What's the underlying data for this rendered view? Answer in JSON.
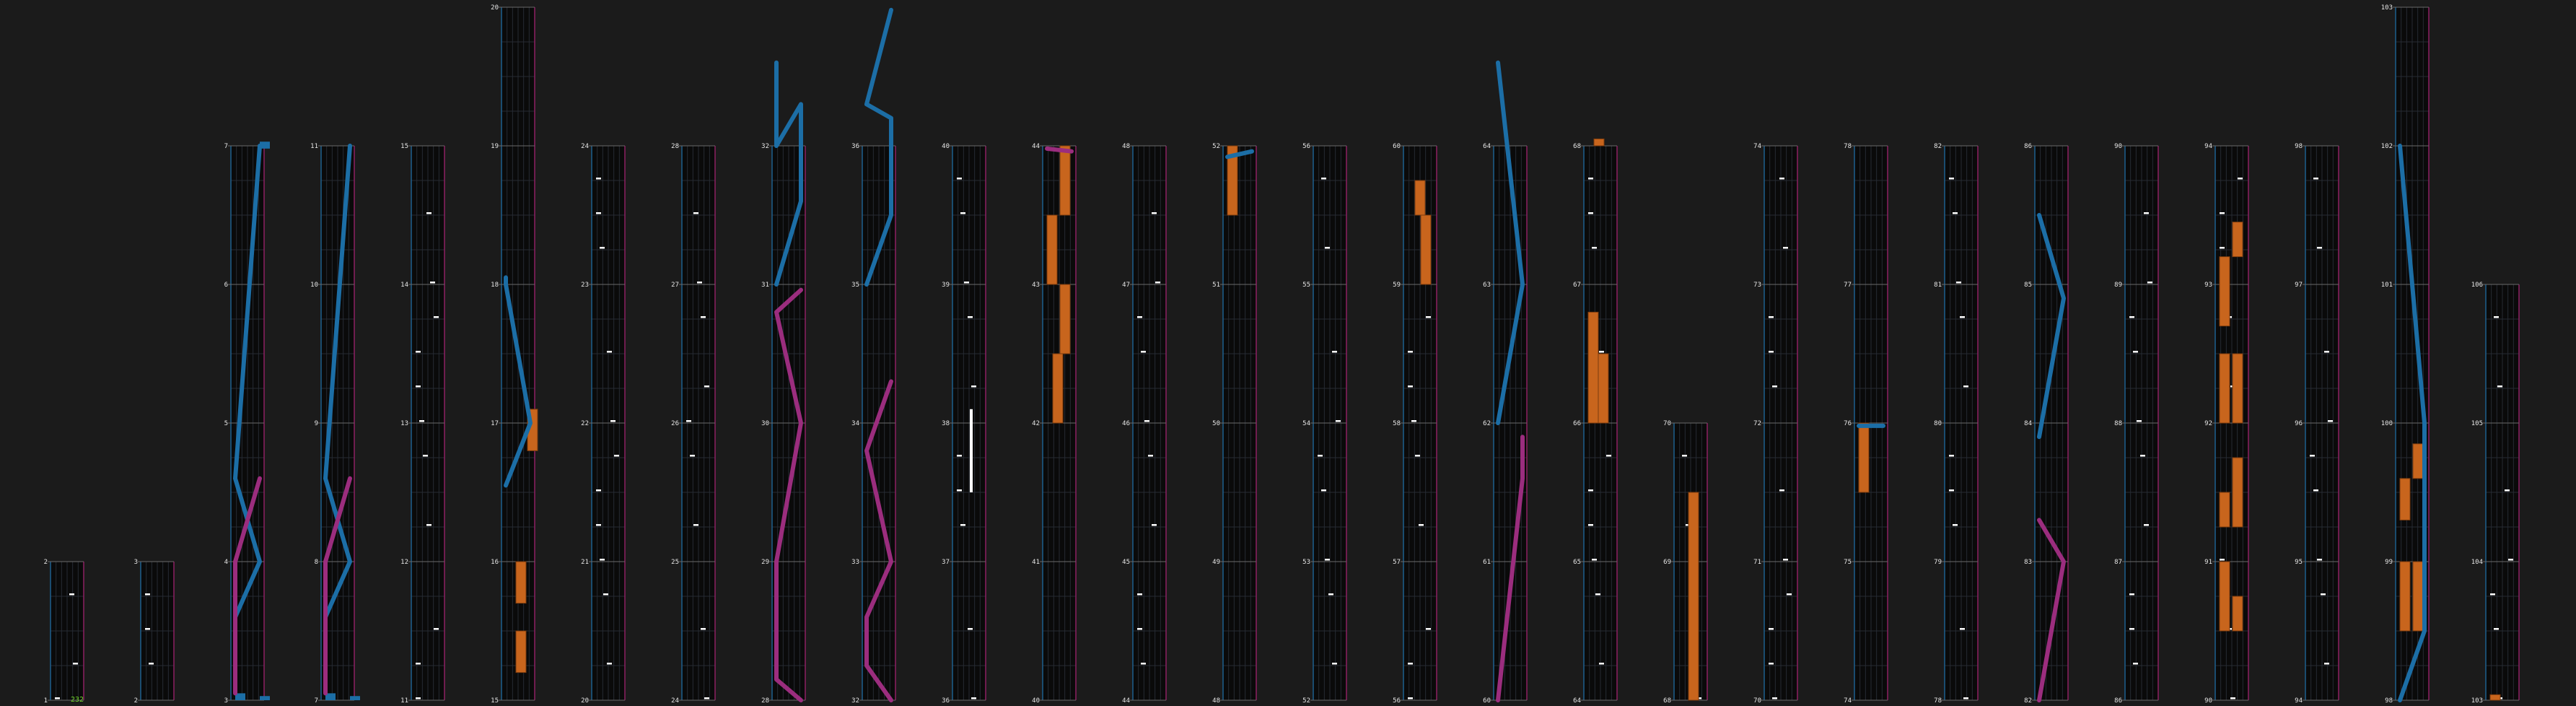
{
  "app": {
    "title": ""
  },
  "colors": {
    "background": "#1b1b1b",
    "lane": "#0a0a0a",
    "grid": "#262b33",
    "border_left": "#1d5f8e",
    "border_right": "#8c1f63",
    "measure_line": "#6a6a6a",
    "blue": "#1c6ea6",
    "magenta": "#9b2d7e",
    "orange": "#c8651d",
    "white": "#ffffff",
    "combo": "#6fd42a"
  },
  "combo_label": "232",
  "notes": {
    "types": [
      "tap",
      "slide",
      "hold",
      "flick"
    ]
  },
  "chart_data": {
    "type": "rhythm-chart",
    "measure_numbering": "bottom-up per column",
    "columns": [
      {
        "id": "c1",
        "measures": [
          "1",
          "2"
        ]
      },
      {
        "id": "c2",
        "measures": [
          "2",
          "3"
        ]
      },
      {
        "id": "c3",
        "measures": [
          "3",
          "4",
          "5",
          "6",
          "7"
        ]
      },
      {
        "id": "c4",
        "measures": [
          "7",
          "8",
          "9",
          "10",
          "11"
        ]
      },
      {
        "id": "c5",
        "measures": [
          "11",
          "12",
          "13",
          "14",
          "15"
        ]
      },
      {
        "id": "c6",
        "measures": [
          "15",
          "16",
          "17",
          "18",
          "19",
          "20"
        ]
      },
      {
        "id": "c7",
        "measures": [
          "20",
          "21",
          "22",
          "23",
          "24"
        ]
      },
      {
        "id": "c8",
        "measures": [
          "24",
          "25",
          "26",
          "27",
          "28"
        ]
      },
      {
        "id": "c9",
        "measures": [
          "28",
          "29",
          "30",
          "31",
          "32"
        ]
      },
      {
        "id": "c10",
        "measures": [
          "32",
          "33",
          "34",
          "35",
          "36"
        ]
      },
      {
        "id": "c11",
        "measures": [
          "36",
          "37",
          "38",
          "39",
          "40"
        ]
      },
      {
        "id": "c12",
        "measures": [
          "40",
          "41",
          "42",
          "43",
          "44"
        ]
      },
      {
        "id": "c13",
        "measures": [
          "44",
          "45",
          "46",
          "47",
          "48"
        ]
      },
      {
        "id": "c14",
        "measures": [
          "48",
          "49",
          "50",
          "51",
          "52"
        ]
      },
      {
        "id": "c15",
        "measures": [
          "52",
          "53",
          "54",
          "55",
          "56"
        ]
      },
      {
        "id": "c16",
        "measures": [
          "56",
          "57",
          "58",
          "59",
          "60"
        ]
      },
      {
        "id": "c17",
        "measures": [
          "60",
          "61",
          "62",
          "63",
          "64"
        ]
      },
      {
        "id": "c18",
        "measures": [
          "64",
          "65",
          "66",
          "67",
          "68"
        ]
      },
      {
        "id": "c19",
        "measures": [
          "68",
          "69",
          "70"
        ]
      },
      {
        "id": "c20",
        "measures": [
          "70",
          "71",
          "72",
          "73",
          "74"
        ]
      },
      {
        "id": "c21",
        "measures": [
          "74",
          "75",
          "76",
          "77",
          "78"
        ]
      },
      {
        "id": "c22",
        "measures": [
          "78",
          "79",
          "80",
          "81",
          "82"
        ]
      },
      {
        "id": "c23",
        "measures": [
          "82",
          "83",
          "84",
          "85",
          "86"
        ]
      },
      {
        "id": "c24",
        "measures": [
          "86",
          "87",
          "88",
          "89",
          "90"
        ]
      },
      {
        "id": "c25",
        "measures": [
          "90",
          "91",
          "92",
          "93",
          "94"
        ]
      },
      {
        "id": "c26",
        "measures": [
          "94",
          "95",
          "96",
          "97",
          "98"
        ]
      },
      {
        "id": "c27",
        "measures": [
          "98",
          "99",
          "100",
          "101",
          "102",
          "103"
        ]
      },
      {
        "id": "c28",
        "measures": [
          "103",
          "104",
          "105",
          "106"
        ]
      }
    ]
  }
}
